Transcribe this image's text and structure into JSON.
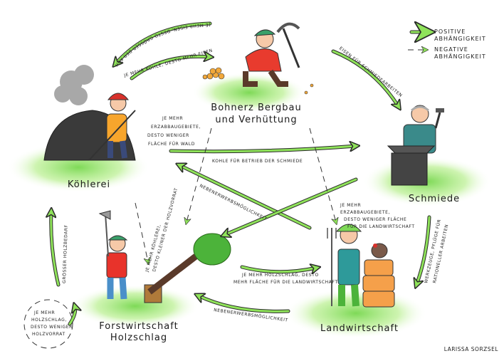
{
  "nodes": {
    "bergbau_line1": "Bohnerz Bergbau",
    "bergbau_line2": "und Verhüttung",
    "koehlerei": "Köhlerei",
    "schmiede": "Schmiede",
    "forst_line1": "Forstwirtschaft",
    "forst_line2": "Holzschlag",
    "landwirtschaft": "Landwirtschaft"
  },
  "legend": {
    "positive_line1": "Positive",
    "positive_line2": "Abhängigkeit",
    "negative_line1": "Negative",
    "negative_line2": "Abhängigkeit"
  },
  "relations": {
    "eisen_kohle": "Je mehr Eisen, desto grösser der Kohlebedarf",
    "kohle_eisen": "Je mehr Kohle, desto mehr Eisen",
    "eisen_schmiede": "Eisen für Schmiedearbeiten",
    "erz_wald": [
      "Je mehr",
      "Erzabbaugebiete,",
      "desto weniger",
      "Fläche für Wald"
    ],
    "kohle_schmiede": "Kohle für Betrieb der Schmiede",
    "nebenerwerb_1": "Nebenerwerbsmöglichkeit",
    "erz_landw": [
      "Je mehr",
      "Erzabbaugebiete,",
      "desto weniger Fläche",
      "für die Landwirtschaft"
    ],
    "werkzeuge": [
      "Werkzeuge, Pflüge für",
      "rationeller arbeiten"
    ],
    "koehlerei_holz": [
      "Je mehr Köhlerei,",
      "desto kleiner der Holzvorrat"
    ],
    "holzschlag_landw": [
      "Je mehr Holzschlag, desto",
      "mehr Fläche für die Landwirtschaft"
    ],
    "nebenerwerb_2": "Nebenerwerbsmöglichkeit",
    "holzbedarf": "Grösser Holzbedarf",
    "holzvorrat": [
      "Je mehr",
      "Holzschlag,",
      "desto weniger",
      "Holzvorrat"
    ]
  },
  "signature": "Larissa Sorzsel",
  "colors": {
    "arrow": "#8fe35a",
    "ground": "#7ed957"
  }
}
